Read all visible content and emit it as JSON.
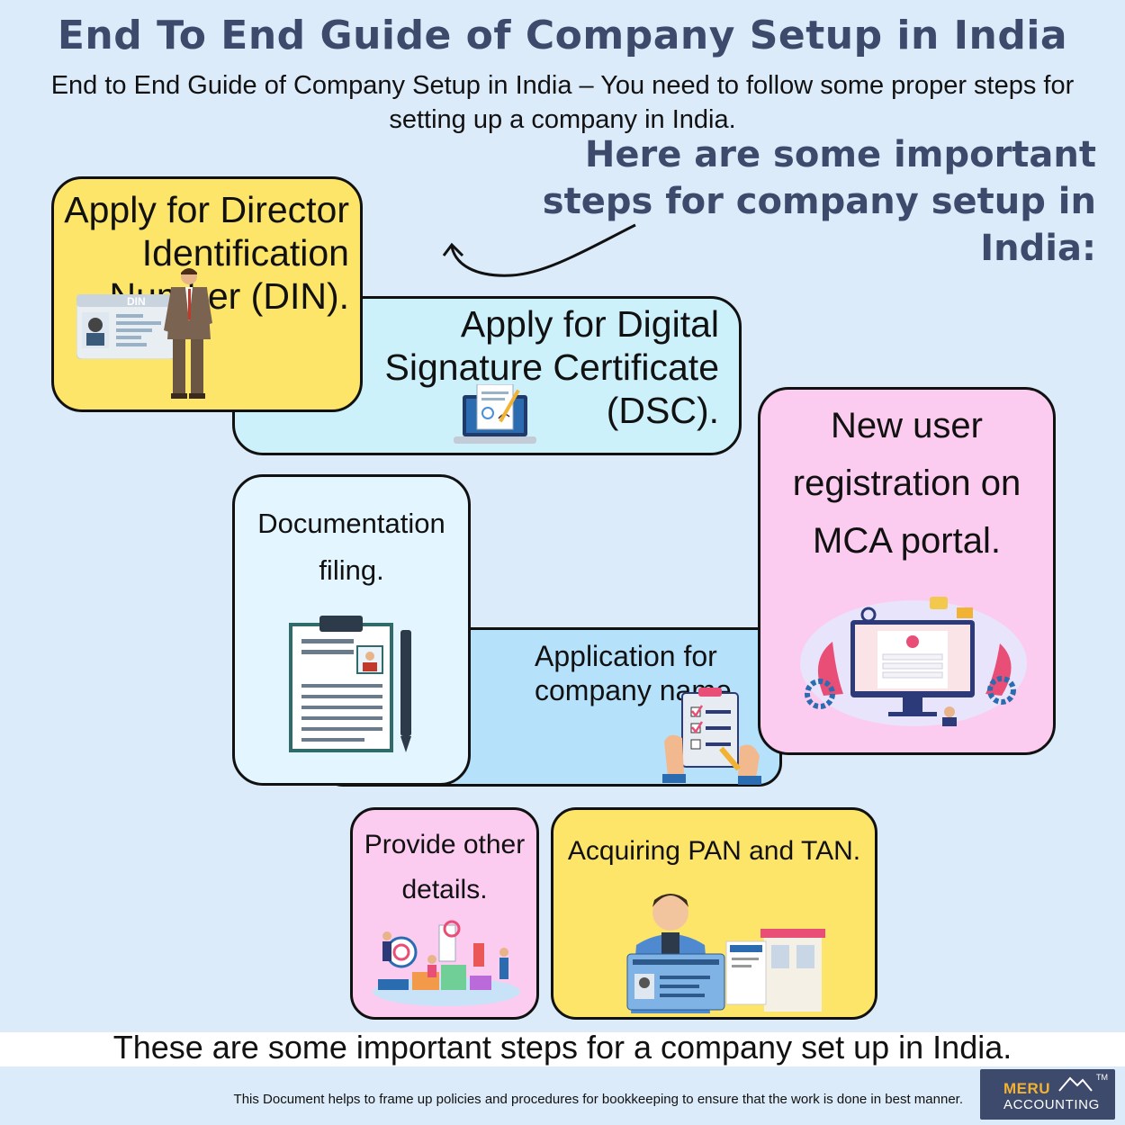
{
  "header": {
    "title": "End To End Guide of Company Setup in India",
    "subtitle": "End to End Guide of Company Setup in India – You need to follow some proper steps for setting up a company in India.",
    "steps_heading_line1": "Here are some important",
    "steps_heading_line2": "steps for company setup in India:"
  },
  "cards": {
    "din": {
      "text": "Apply for Director Identification Number (DIN).",
      "illustration_label": "DIN"
    },
    "dsc": {
      "text": "Apply for Digital Signature Certificate (DSC)."
    },
    "mca": {
      "text": "New user registration on MCA portal."
    },
    "doc": {
      "text": "Documentation filing."
    },
    "name": {
      "text": "Application for company name."
    },
    "other": {
      "text": "Provide other details."
    },
    "pan": {
      "text": "Acquiring PAN and TAN."
    }
  },
  "footer": {
    "conclusion": "These are some important steps for a company set up in India.",
    "note": "This Document helps to frame up policies and procedures for bookkeeping to ensure that the work is done in best manner.",
    "logo_line1": "MERU",
    "logo_line2": "ACCOUNTING",
    "logo_tm": "TM"
  },
  "colors": {
    "background": "#dcebf9",
    "heading": "#3d4a6b",
    "yellow_card": "#fde56a",
    "pink_card": "#fcccf0",
    "light_blue_card": "#cdf1fb",
    "blue_card": "#b5e1fb",
    "logo_bg": "#3e4a6b",
    "logo_accent": "#f2b233"
  },
  "icons": [
    "curved-arrow-icon",
    "din-card-icon",
    "businessman-icon",
    "laptop-signature-icon",
    "mca-portal-icon",
    "clipboard-pen-icon",
    "checklist-icon",
    "team-details-icon",
    "pan-card-person-icon",
    "mountain-logo-icon"
  ]
}
